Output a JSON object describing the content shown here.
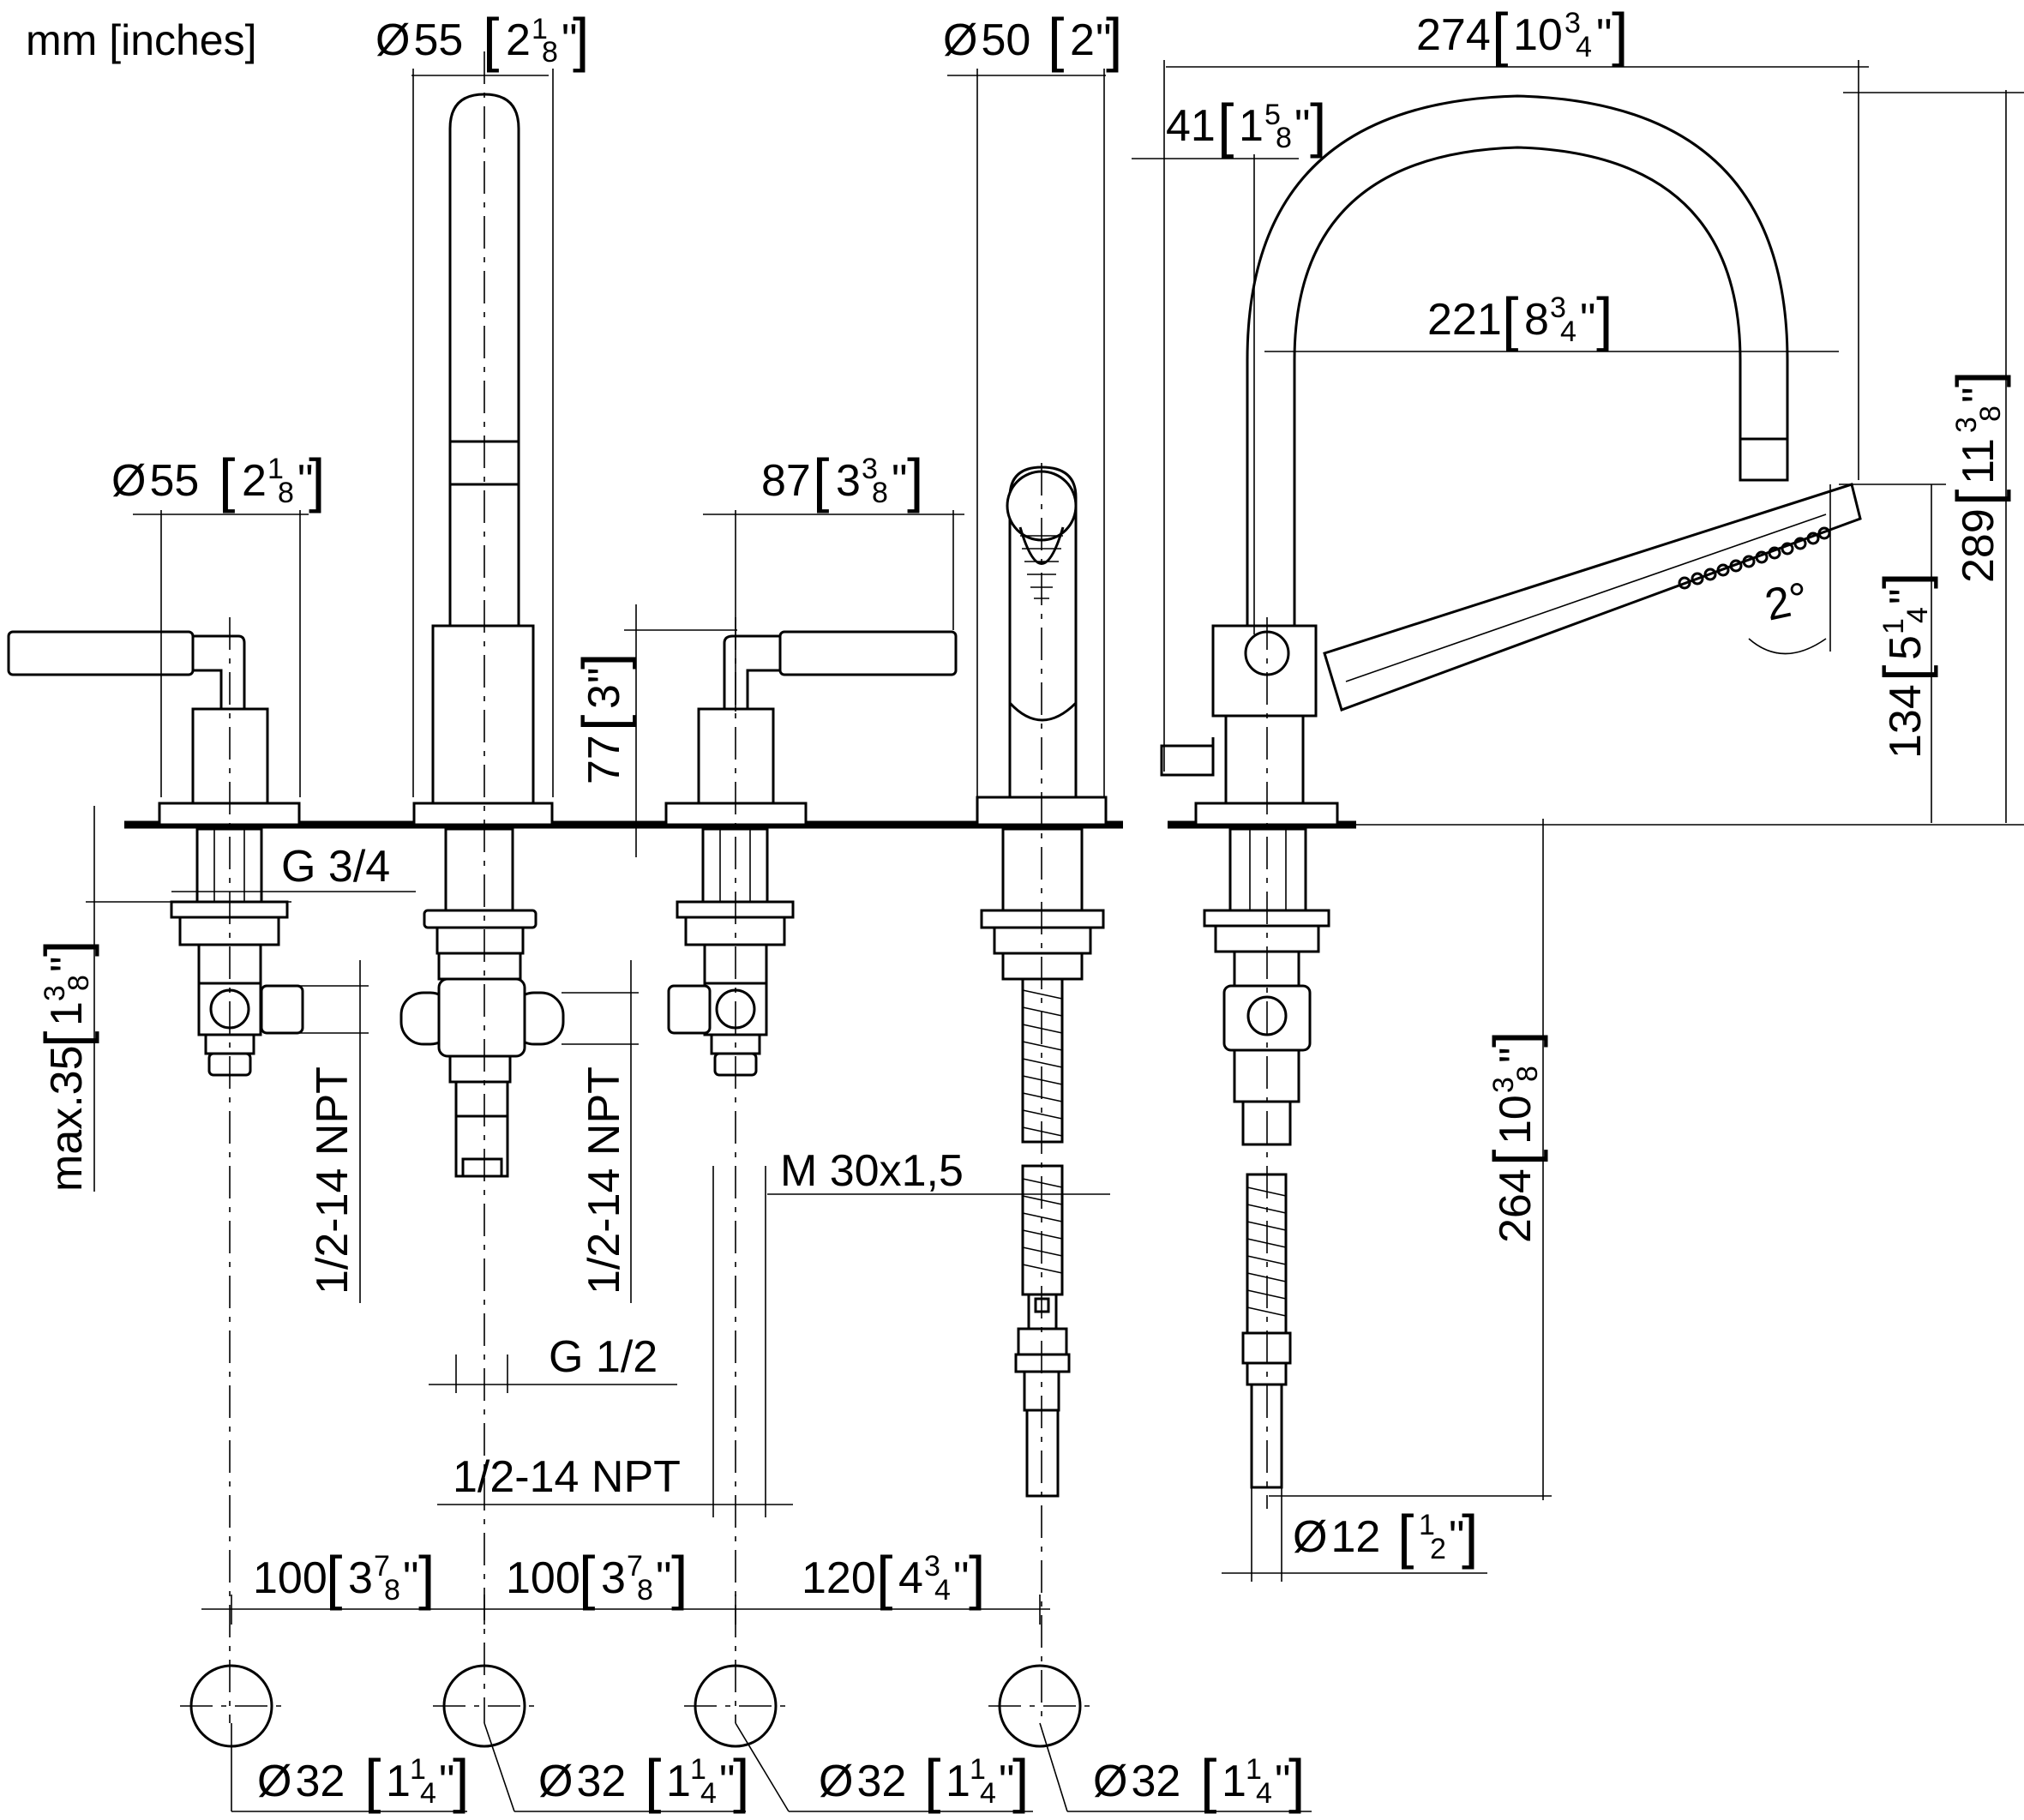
{
  "units_label": "mm [inches]",
  "dimensions": {
    "spout_diameter": {
      "prefix": "Ø",
      "mm": "55",
      "inch_whole": "2",
      "inch_num": "1",
      "inch_den": "8",
      "inch_mark": "\""
    },
    "handshower_diameter": {
      "prefix": "Ø",
      "mm": "50",
      "inch_whole": "2",
      "inch_mark": "\""
    },
    "width_274": {
      "mm": "274",
      "inch_whole": "10",
      "inch_num": "3",
      "inch_den": "4",
      "inch_mark": "\""
    },
    "offset_41": {
      "mm": "41",
      "inch_whole": "1",
      "inch_num": "5",
      "inch_den": "8",
      "inch_mark": "\""
    },
    "reach_221": {
      "mm": "221",
      "inch_whole": "8",
      "inch_num": "3",
      "inch_den": "4",
      "inch_mark": "\""
    },
    "height_289": {
      "mm": "289",
      "inch_whole": "11",
      "inch_num": "3",
      "inch_den": "8",
      "inch_mark": "\""
    },
    "handle_diameter": {
      "prefix": "Ø",
      "mm": "55",
      "inch_whole": "2",
      "inch_num": "1",
      "inch_den": "8",
      "inch_mark": "\""
    },
    "lever_87": {
      "mm": "87",
      "inch_whole": "3",
      "inch_num": "3",
      "inch_den": "8",
      "inch_mark": "\""
    },
    "height_77": {
      "mm": "77",
      "inch_whole": "3",
      "inch_mark": "\""
    },
    "angle": "2°",
    "height_134": {
      "mm": "134",
      "inch_whole": "5",
      "inch_num": "1",
      "inch_den": "4",
      "inch_mark": "\""
    },
    "thread_g34": "G 3/4",
    "deck_max35": {
      "mm": "max.35",
      "inch_whole": "1",
      "inch_num": "3",
      "inch_den": "8",
      "inch_mark": "\""
    },
    "npt_left": "1/2-14 NPT",
    "npt_mid": "1/2-14 NPT",
    "npt_bottom": "1/2-14 NPT",
    "thread_g12": "G 1/2",
    "thread_m30": "M 30x1,5",
    "depth_264": {
      "mm": "264",
      "inch_whole": "10",
      "inch_num": "3",
      "inch_den": "8",
      "inch_mark": "\""
    },
    "hose_diameter": {
      "prefix": "Ø",
      "mm": "12",
      "inch_num": "1",
      "inch_den": "2",
      "inch_mark": "\""
    },
    "spacing_1": {
      "mm": "100",
      "inch_whole": "3",
      "inch_num": "7",
      "inch_den": "8",
      "inch_mark": "\""
    },
    "spacing_2": {
      "mm": "100",
      "inch_whole": "3",
      "inch_num": "7",
      "inch_den": "8",
      "inch_mark": "\""
    },
    "spacing_3": {
      "mm": "120",
      "inch_whole": "4",
      "inch_num": "3",
      "inch_den": "4",
      "inch_mark": "\""
    },
    "hole_1": {
      "prefix": "Ø",
      "mm": "32",
      "inch_whole": "1",
      "inch_num": "1",
      "inch_den": "4",
      "inch_mark": "\""
    },
    "hole_2": {
      "prefix": "Ø",
      "mm": "32",
      "inch_whole": "1",
      "inch_num": "1",
      "inch_den": "4",
      "inch_mark": "\""
    },
    "hole_3": {
      "prefix": "Ø",
      "mm": "32",
      "inch_whole": "1",
      "inch_num": "1",
      "inch_den": "4",
      "inch_mark": "\""
    },
    "hole_4": {
      "prefix": "Ø",
      "mm": "32",
      "inch_whole": "1",
      "inch_num": "1",
      "inch_den": "4",
      "inch_mark": "\""
    }
  }
}
